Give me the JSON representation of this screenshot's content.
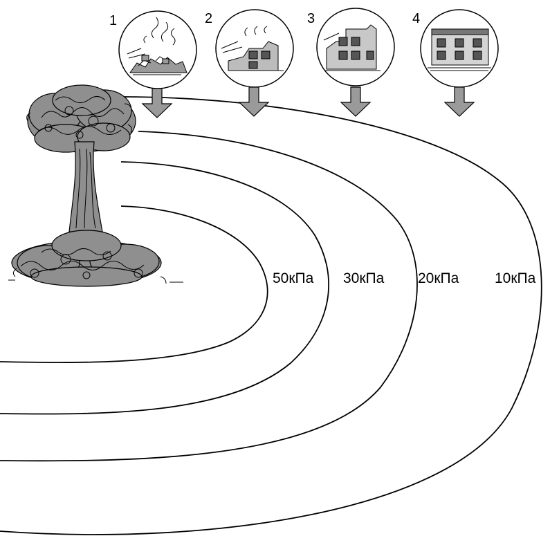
{
  "zones": [
    {
      "number": "1",
      "pressure": "50кПа",
      "damage": "complete-destruction"
    },
    {
      "number": "2",
      "pressure": "30кПа",
      "damage": "heavy-damage"
    },
    {
      "number": "3",
      "pressure": "20кПа",
      "damage": "moderate-damage"
    },
    {
      "number": "4",
      "pressure": "10кПа",
      "damage": "light-damage"
    }
  ],
  "icons": {
    "blast": "mushroom-cloud-icon",
    "arrow": "arrow-down-icon",
    "building": "building-icon"
  },
  "colors": {
    "line": "#000000",
    "cloud": "#8a8a8a",
    "arrow": "#9a9a9a",
    "background": "#ffffff"
  }
}
